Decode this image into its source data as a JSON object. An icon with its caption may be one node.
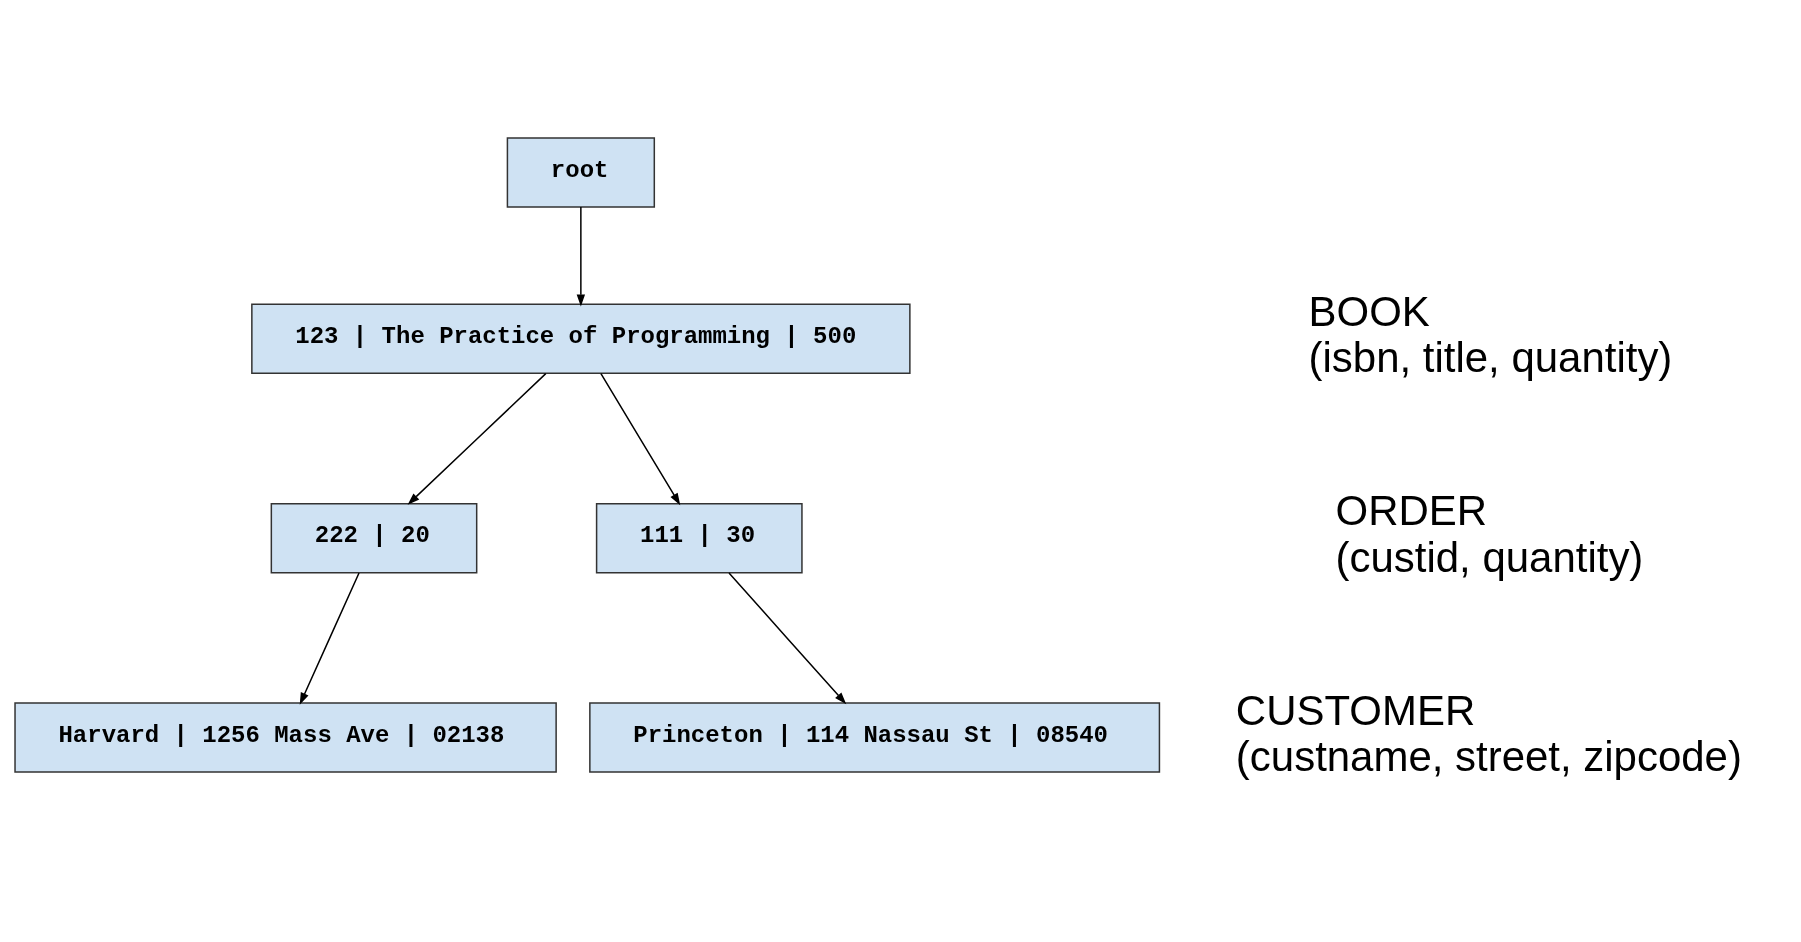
{
  "diagram": {
    "nodes": [
      {
        "text": [
          "root"
        ]
      },
      {
        "text": [
          "123 | The Practice of Programming | 500"
        ]
      },
      {
        "text": [
          "222 | 20"
        ]
      },
      {
        "text": [
          "111 | 30"
        ]
      },
      {
        "text": [
          "Princeton | 114 Nassau St | 08540"
        ]
      },
      {
        "text": [
          "Harvard | 1256 Mass Ave | 02138"
        ]
      }
    ],
    "edges": [
      {
        "from": 0,
        "to": 1,
        "arrow": "to"
      },
      {
        "from": 1,
        "to": 2,
        "arrow": "to"
      },
      {
        "from": 1,
        "to": 3,
        "arrow": "to"
      },
      {
        "from": 3,
        "to": 4,
        "arrow": "to"
      },
      {
        "from": 2,
        "to": 5,
        "arrow": "to"
      }
    ],
    "labels": [
      "BOOK",
      "(isbn, title, quantity)",
      "ORDER",
      "(custid, quantity)",
      "CUSTOMER",
      "(custname, street, zipcode)"
    ]
  }
}
